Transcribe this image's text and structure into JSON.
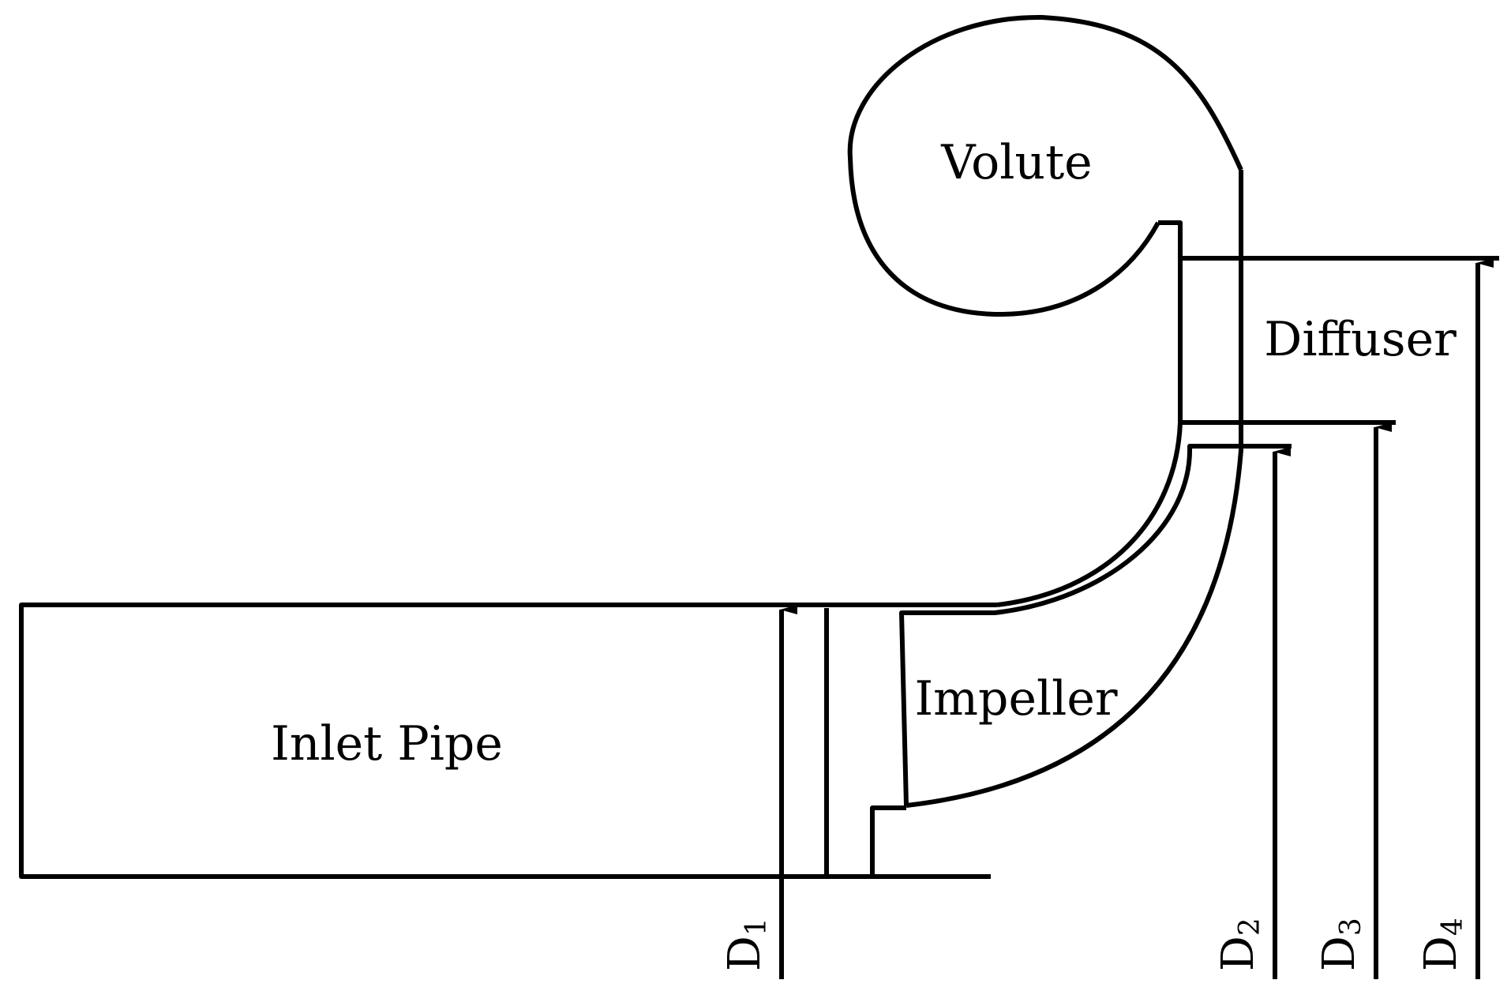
{
  "diagram": {
    "labels": {
      "volute": "Volute",
      "diffuser": "Diffuser",
      "impeller": "Impeller",
      "inlet_pipe": "Inlet Pipe"
    },
    "dimensions": [
      {
        "letter": "D",
        "index": "1"
      },
      {
        "letter": "D",
        "index": "2"
      },
      {
        "letter": "D",
        "index": "3"
      },
      {
        "letter": "D",
        "index": "4"
      }
    ],
    "colors": {
      "line": "#000000",
      "background": "#ffffff"
    }
  }
}
